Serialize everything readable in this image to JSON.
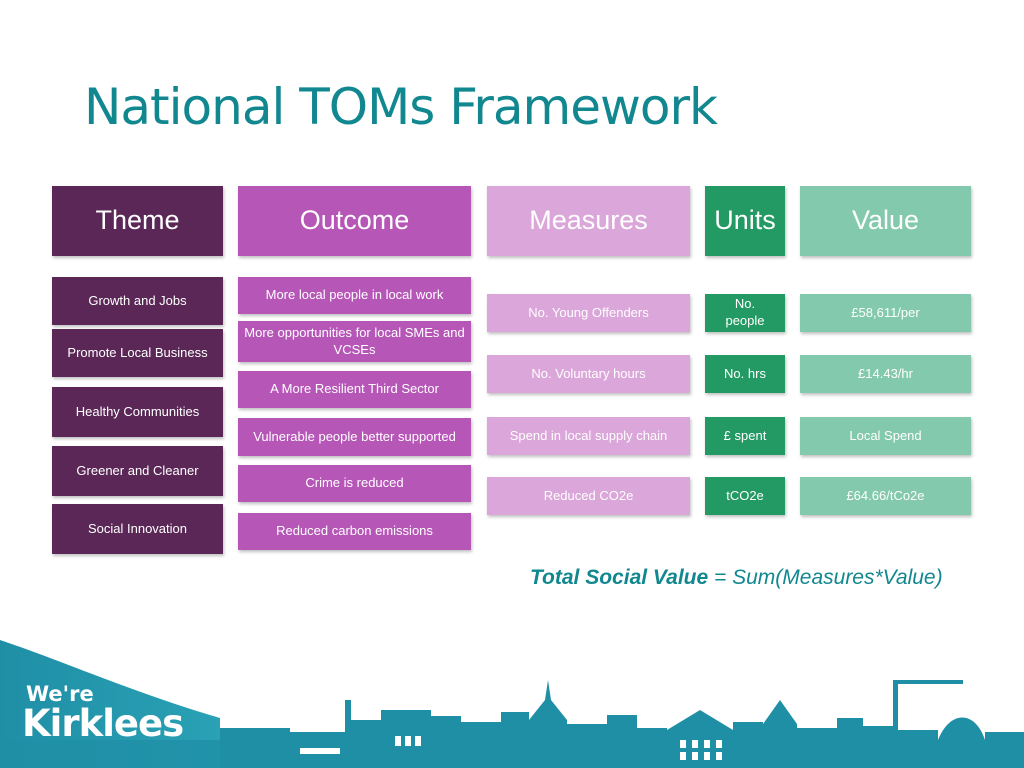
{
  "title": "National TOMs Framework",
  "headers": {
    "theme": "Theme",
    "outcome": "Outcome",
    "measures": "Measures",
    "units": "Units",
    "value": "Value"
  },
  "themes": [
    "Growth and Jobs",
    "Promote Local Business",
    "Healthy Communities",
    "Greener and Cleaner",
    "Social Innovation"
  ],
  "outcomes": [
    "More local people in local work",
    "More opportunities for local SMEs and VCSEs",
    "A More Resilient Third Sector",
    "Vulnerable people better supported",
    "Crime is reduced",
    "Reduced carbon emissions"
  ],
  "rows": [
    {
      "measure": "No. Young Offenders",
      "unit": "No. people",
      "value": "£58,611/per"
    },
    {
      "measure": "No. Voluntary hours",
      "unit": "No. hrs",
      "value": "£14.43/hr"
    },
    {
      "measure": "Spend in local supply chain",
      "unit": "£ spent",
      "value": "Local Spend"
    },
    {
      "measure": "Reduced CO2e",
      "unit": "tCO2e",
      "value": "£64.66/tCo2e"
    }
  ],
  "formula": {
    "label": "Total Social Value",
    "expression": "= Sum(Measures*Value)"
  },
  "logo": {
    "line1": "We're",
    "line2": "Kirklees"
  },
  "colors": {
    "title": "#11878f",
    "theme": "#5a2757",
    "outcome": "#b657b8",
    "measures": "#dba6d9",
    "units": "#239a63",
    "value": "#83c9ad",
    "footer": "#1f8fa6"
  }
}
